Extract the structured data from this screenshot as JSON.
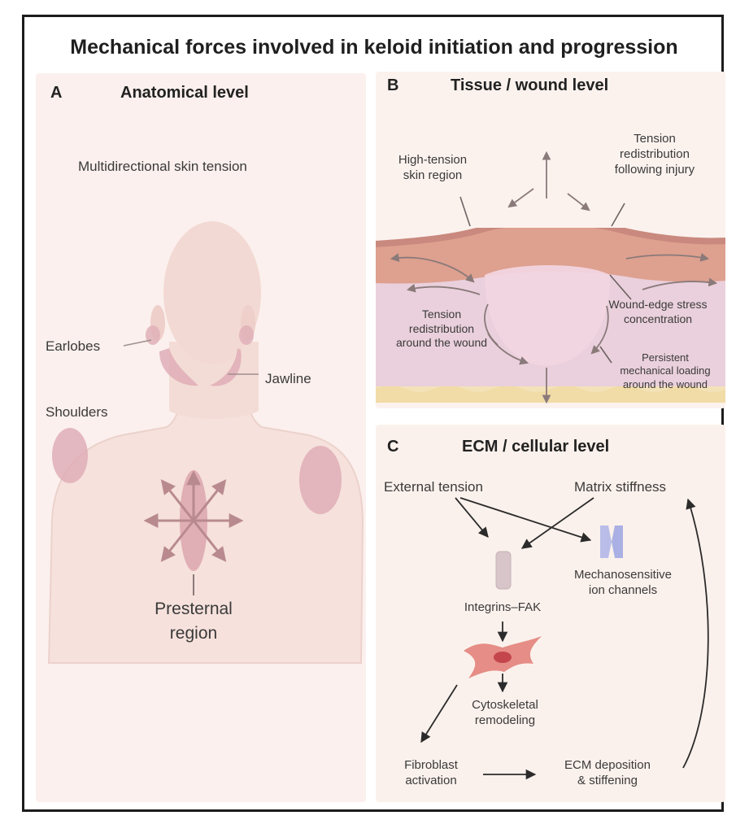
{
  "title": "Mechanical forces involved in keloid initiation and progression",
  "panel_a": {
    "letter": "A",
    "heading": "Anatomical level",
    "subtitle": "Multidirectional skin tension",
    "labels": {
      "earlobes": "Earlobes",
      "jawline": "Jawline",
      "shoulders": "Shoulders",
      "presternal_line1": "Presternal",
      "presternal_line2": "region"
    }
  },
  "panel_b": {
    "letter": "B",
    "heading": "Tissue / wound level",
    "labels": {
      "high_tension_1": "High-tension",
      "high_tension_2": "skin region",
      "redistribution_injury_1": "Tension",
      "redistribution_injury_2": "redistribution",
      "redistribution_injury_3": "following injury",
      "around_wound_1": "Tension",
      "around_wound_2": "redistribution",
      "around_wound_3": "around the wound",
      "edge_stress_1": "Wound-edge stress",
      "edge_stress_2": "concentration",
      "persistent_1": "Persistent",
      "persistent_2": "mechanical loading",
      "persistent_3": "around the wound"
    }
  },
  "panel_c": {
    "letter": "C",
    "heading": "ECM / cellular level",
    "labels": {
      "external_tension": "External tension",
      "matrix_stiffness": "Matrix stiffness",
      "ion_channels_1": "Mechanosensitive",
      "ion_channels_2": "ion channels",
      "integrins": "Integrins–FAK",
      "cytoskeletal_1": "Cytoskeletal",
      "cytoskeletal_2": "remodeling",
      "fibroblast_1": "Fibroblast",
      "fibroblast_2": "activation",
      "ecm_deposition_1": "ECM deposition",
      "ecm_deposition_2": "& stiffening"
    }
  },
  "colors": {
    "skin_fill": "#f5ddd8",
    "body_outline": "#ead0cb",
    "highlight": "#dcaab3",
    "dermis": "#dea392",
    "wound": "#efd3dd",
    "fat": "#f3e0b6",
    "arrow": "#8a7a7a"
  }
}
